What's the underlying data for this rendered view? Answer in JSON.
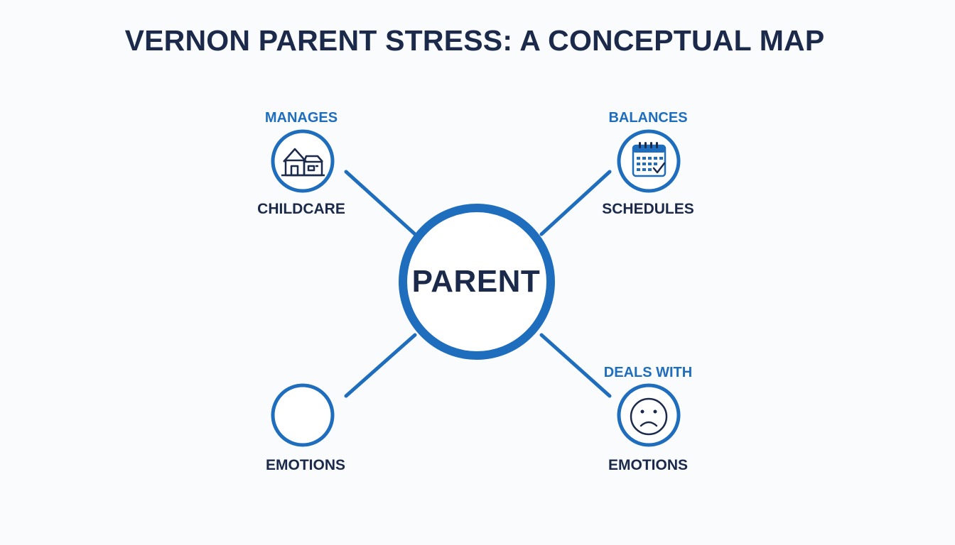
{
  "title": "VERNON PARENT STRESS: A CONCEPTUAL MAP",
  "center": {
    "label": "PARENT"
  },
  "nodes": [
    {
      "id": "top-left",
      "verb": "MANAGES",
      "noun": "CHILDCARE",
      "icon": "house-icon"
    },
    {
      "id": "top-right",
      "verb": "BALANCES",
      "noun": "SCHEDULES",
      "icon": "calendar-icon"
    },
    {
      "id": "bottom-left",
      "verb": "",
      "noun": "EMOTIONS",
      "icon": ""
    },
    {
      "id": "bottom-right",
      "verb": "DEALS WITH",
      "noun": "EMOTIONS",
      "icon": "sad-face-icon"
    }
  ],
  "colors": {
    "accent": "#1f6dbd",
    "text": "#1b2a4a",
    "background": "#f9fbfd"
  }
}
